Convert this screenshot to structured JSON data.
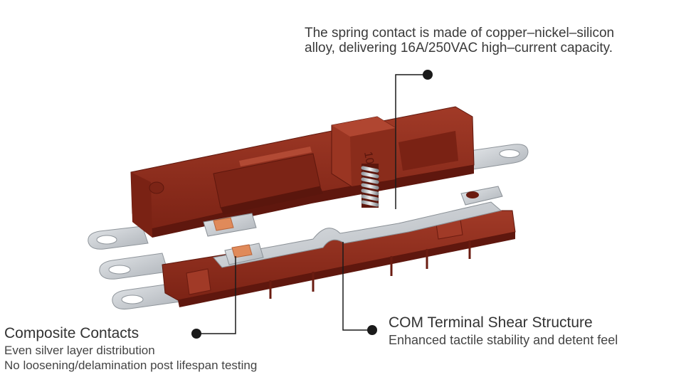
{
  "annotations": {
    "spring": {
      "line1": "The spring contact is made of copper–nickel–silicon",
      "line2": "alloy, delivering 16A/250VAC high–current capacity."
    },
    "com": {
      "title": "COM Terminal Shear Structure",
      "subtitle": "Enhanced tactile stability and detent feel"
    },
    "contacts": {
      "title": "Composite Contacts",
      "line1": "Even silver layer distribution",
      "line2": "No loosening/delamination post lifespan testing"
    }
  },
  "product": {
    "actuator_marking": "10"
  },
  "colors": {
    "housing": "#8e2a1c",
    "housing_dark": "#6a1b10",
    "housing_light": "#a8402c",
    "metal": "#c9cdd2",
    "contact": "#e08a5a",
    "leader": "#1a1a1a"
  }
}
